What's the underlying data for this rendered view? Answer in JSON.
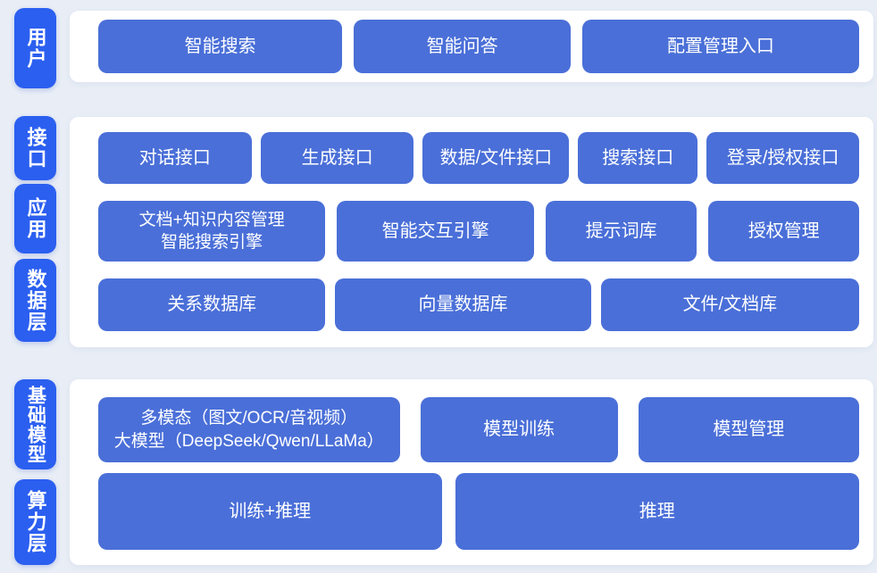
{
  "colors": {
    "page_bg": "#e9eef6",
    "panel_bg": "#ffffff",
    "layer_label_bg": "#2b5ff0",
    "block_bg": "#4a6fd8",
    "text": "#ffffff"
  },
  "sections": [
    {
      "name": "user-layer",
      "labels": [
        "用户"
      ],
      "rows": [
        [
          "智能搜索",
          "智能问答",
          "配置管理入口"
        ]
      ]
    },
    {
      "name": "interface-application-data-layer",
      "labels": [
        "接口",
        "应用",
        "数据层"
      ],
      "rows": [
        [
          "对话接口",
          "生成接口",
          "数据/文件接口",
          "搜索接口",
          "登录/授权接口"
        ],
        [
          "文档+知识内容管理\n智能搜索引擎",
          "智能交互引擎",
          "提示词库",
          "授权管理"
        ],
        [
          "关系数据库",
          "向量数据库",
          "文件/文档库"
        ]
      ]
    },
    {
      "name": "foundation-model-compute-layer",
      "labels": [
        "基础模型",
        "算力层"
      ],
      "rows": [
        [
          "多模态（图文/OCR/音视频）\n大模型（DeepSeek/Qwen/LLaMa）",
          "模型训练",
          "模型管理"
        ],
        [
          "训练+推理",
          "推理"
        ]
      ]
    }
  ]
}
